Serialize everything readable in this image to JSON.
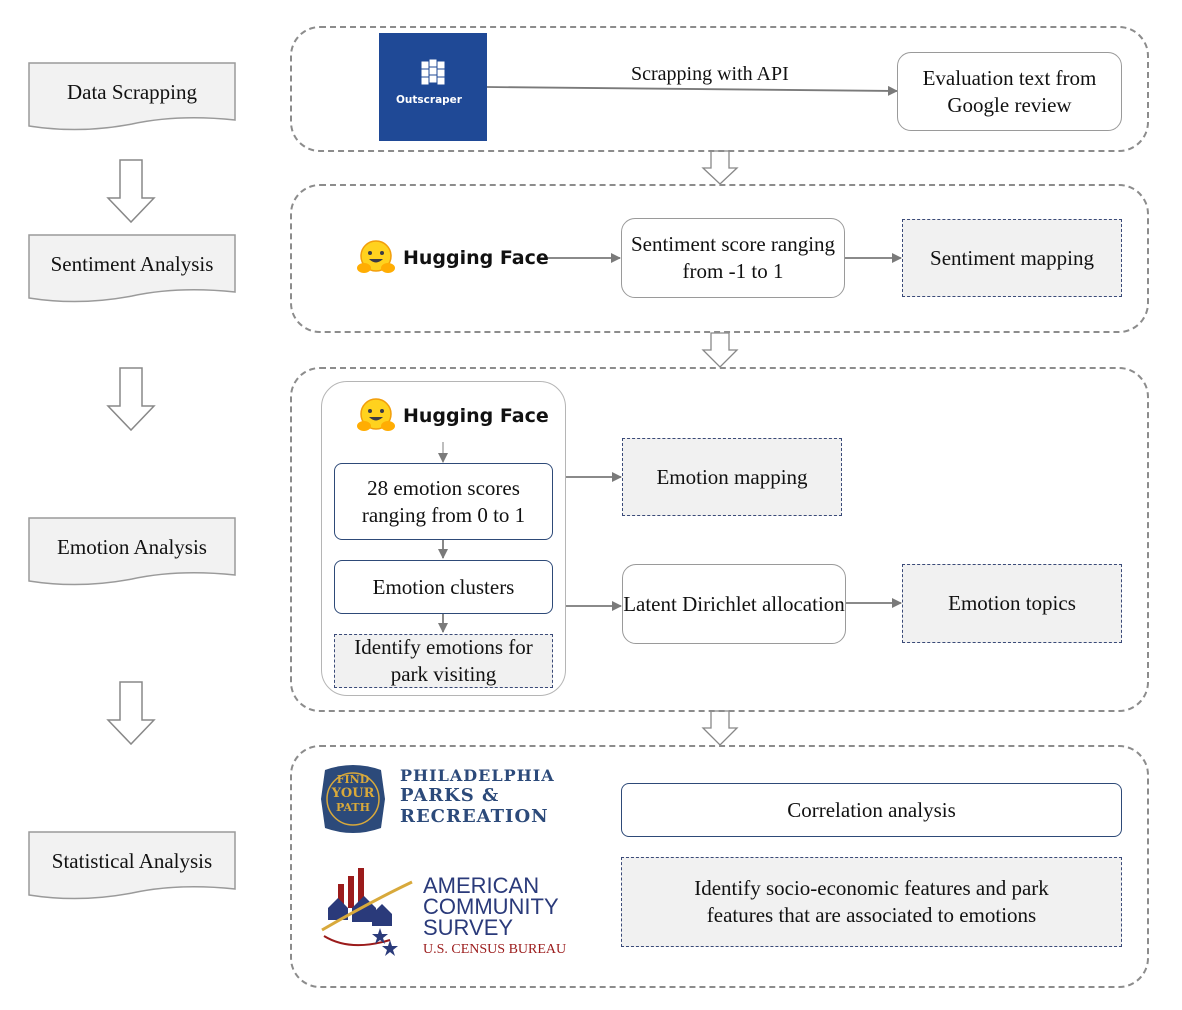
{
  "stages": {
    "data_scrapping": "Data Scrapping",
    "sentiment_analysis": "Sentiment Analysis",
    "emotion_analysis": "Emotion Analysis",
    "statistical_analysis": "Statistical Analysis"
  },
  "scrapping": {
    "logo_text": "Outscraper",
    "edge_label": "Scrapping with API",
    "output": "Evaluation text from Google review"
  },
  "sentiment": {
    "logo_text": "Hugging Face",
    "score": "Sentiment score ranging from -1 to 1",
    "mapping": "Sentiment mapping"
  },
  "emotion": {
    "logo_text": "Hugging Face",
    "scores": "28 emotion scores ranging from 0 to 1",
    "clusters": "Emotion clusters",
    "identify": "Identify emotions for park visiting",
    "mapping": "Emotion mapping",
    "lda": "Latent Dirichlet allocation",
    "topics": "Emotion topics"
  },
  "statistical": {
    "ppr_badge": [
      "FIND",
      "YOUR",
      "PATH"
    ],
    "ppr_lines": [
      "PHILADELPHIA",
      "PARKS &",
      "RECREATION"
    ],
    "acs_lines": [
      "AMERICAN",
      "COMMUNITY",
      "SURVEY"
    ],
    "acs_sub": "U.S. CENSUS BUREAU",
    "correlation": "Correlation analysis",
    "identify": "Identify socio-economic features and park features that are associated to emotions"
  },
  "colors": {
    "outscraper_bg": "#1f4996",
    "ppr_blue": "#2c4a7a",
    "ppr_gold": "#d8a93b",
    "acs_navy": "#2a3a7a",
    "acs_red": "#9b1b1b"
  }
}
